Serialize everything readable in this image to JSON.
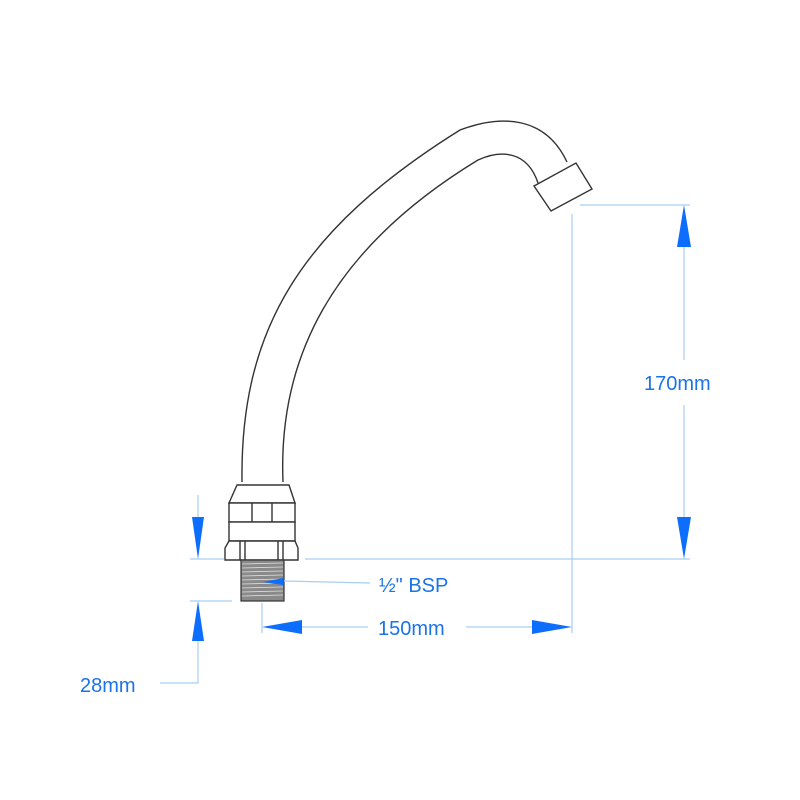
{
  "diagram": {
    "title": "Swivel spout dimension drawing",
    "colors": {
      "dimension": "#1a73e8",
      "extension_line": "#a9cdf5",
      "arrow": "#0d6efd",
      "outline": "#333333",
      "thread": "#8a8a8a"
    },
    "labels": {
      "height": "170mm",
      "reach": "150mm",
      "thread_length": "28mm",
      "thread_spec": "½\" BSP"
    },
    "parts": [
      "curved-spout-tube",
      "aerator-outlet",
      "hex-fitting",
      "hex-nut",
      "threaded-connector"
    ]
  }
}
